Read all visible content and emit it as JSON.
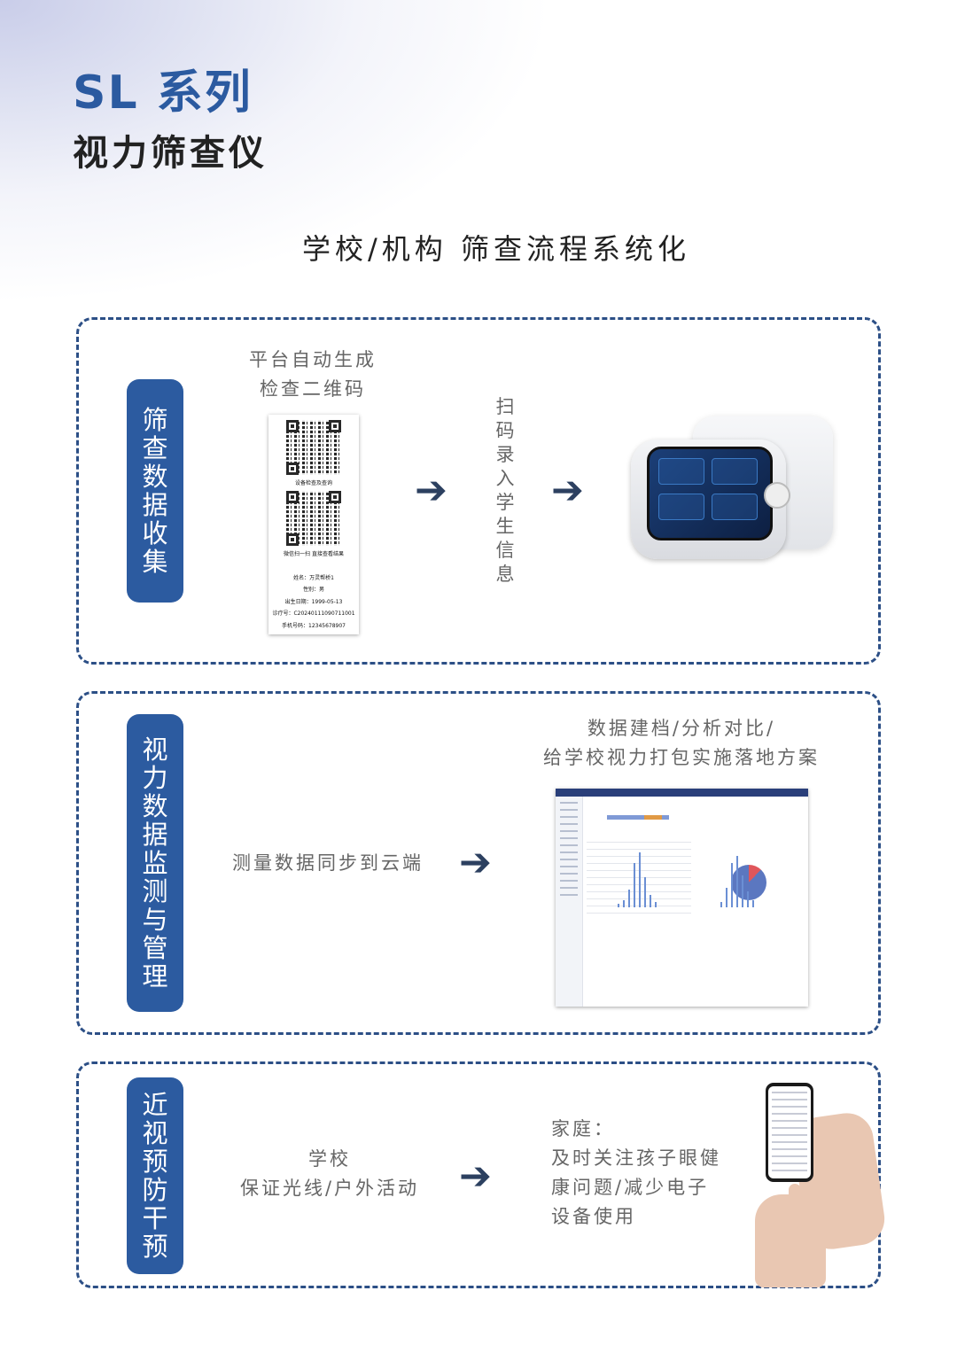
{
  "header": {
    "series": "SL 系列",
    "product": "视力筛查仪",
    "subtitle": "学校/机构 筛查流程系统化"
  },
  "section1": {
    "tag": "筛查数据收集",
    "step1": "平台自动生成\n检查二维码",
    "step2_vertical": "扫码录入学生信息",
    "ticket": {
      "qr1_caption": "设备检查及查询",
      "qr2_caption": "微信扫一扫 直接查看结果",
      "name": "姓名：万灵帮桥1",
      "gender": "性别：男",
      "birth": "出生日期：1999-05-13",
      "record": "诊疗号：C20240111090711001",
      "phone": "手机号码：12345678907"
    }
  },
  "section2": {
    "tag": "视力数据监测与管理",
    "left_text": "测量数据同步到云端",
    "right_text": "数据建档/分析对比/\n给学校视力打包实施落地方案"
  },
  "section3": {
    "tag": "近视预防干预",
    "left_text": "学校\n保证光线/户外活动",
    "right_text": "家庭：\n及时关注孩子眼健\n康问题/减少电子\n设备使用"
  },
  "icons": {
    "arrow": "arrow-right-icon"
  },
  "colors": {
    "brand_blue": "#2c5ba0",
    "title_blue": "#2b5aa0",
    "dashed_border": "#2c4f86"
  }
}
